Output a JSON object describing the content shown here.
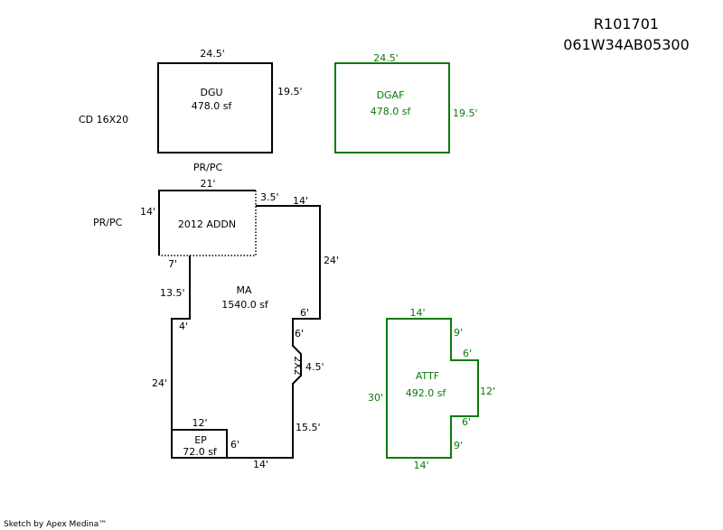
{
  "header": {
    "parcel_id": "R101701",
    "map_id": "061W34AB05300"
  },
  "footer": {
    "credit": "Sketch by Apex Medina™"
  },
  "colors": {
    "line": "#000000",
    "outbuilding": "#0a7a0a"
  },
  "dgu": {
    "name": "DGU",
    "area": "478.0 sf",
    "top": "24.5'",
    "side": "19.5'"
  },
  "dgaf": {
    "name": "DGAF",
    "area": "478.0 sf",
    "top": "24.5'",
    "side": "19.5'"
  },
  "cd_note": "CD 16X20",
  "addn": {
    "name": "2012 ADDN",
    "prpc_top": "PR/PC",
    "prpc_left": "PR/PC",
    "top": "21'",
    "left": "14'",
    "bottom": "7'"
  },
  "ma": {
    "name": "MA",
    "area": "1540.0 sf",
    "seg_3_5": "3.5'",
    "seg_14_top": "14'",
    "seg_24_right": "24'",
    "seg_6_a": "6'",
    "seg_6_b": "6'",
    "seg_4_5": "4.5'",
    "bump": "2X2",
    "seg_15_5": "15.5'",
    "seg_14_bottom": "14'",
    "seg_13_5": "13.5'",
    "seg_4": "4'",
    "seg_24_left": "24'"
  },
  "ep": {
    "name": "EP",
    "area": "72.0 sf",
    "top": "12'",
    "side": "6'"
  },
  "attf": {
    "name": "ATTF",
    "area": "492.0 sf",
    "top": "14'",
    "left": "30'",
    "bottom": "14'",
    "upper_9": "9'",
    "upper_6": "6'",
    "right_12": "12'",
    "lower_6": "6'",
    "lower_9": "9'"
  }
}
